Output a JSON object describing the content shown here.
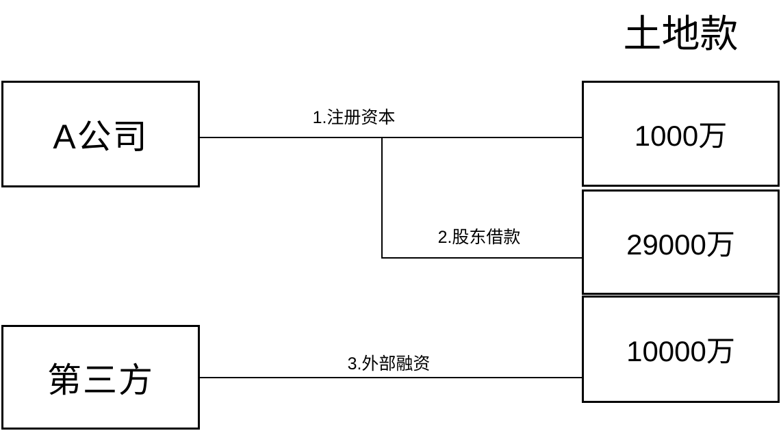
{
  "diagram": {
    "title": "土地款",
    "colors": {
      "background": "#ffffff",
      "stroke": "#000000",
      "text": "#000000"
    },
    "nodes": {
      "company_a": {
        "label": "A公司"
      },
      "third_party": {
        "label": "第三方"
      },
      "amount_1": {
        "label": "1000万"
      },
      "amount_2": {
        "label": "29000万"
      },
      "amount_3": {
        "label": "10000万"
      }
    },
    "edges": {
      "edge_1": {
        "label": "1.注册资本",
        "from": "company_a",
        "to": "amount_1"
      },
      "edge_2": {
        "label": "2.股东借款",
        "from": "company_a",
        "to": "amount_2"
      },
      "edge_3": {
        "label": "3.外部融资",
        "from": "third_party",
        "to": "amount_3"
      }
    }
  }
}
